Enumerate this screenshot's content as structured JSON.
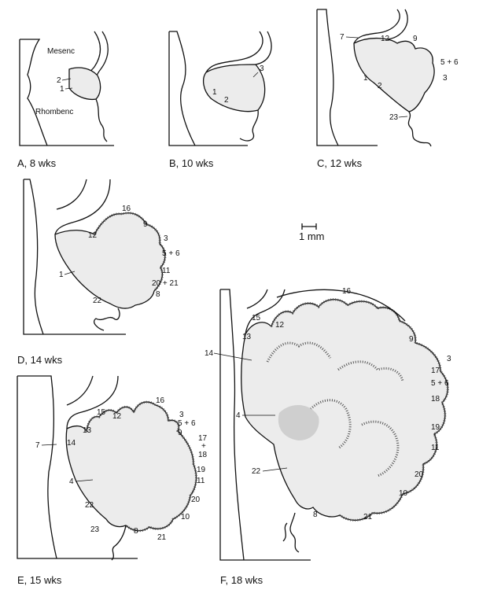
{
  "colors": {
    "ink": "#111111",
    "stipple": "#ececec",
    "background": "#ffffff"
  },
  "panels": {
    "A": {
      "caption": "A, 8 wks",
      "region_top": "Mesenc",
      "region_bottom": "Rhombenc",
      "labels": [
        "2",
        "1"
      ]
    },
    "B": {
      "caption": "B, 10 wks",
      "labels": [
        "3",
        "1",
        "2"
      ]
    },
    "C": {
      "caption": "C, 12 wks",
      "labels": [
        "7",
        "12",
        "9",
        "5 + 6",
        "3",
        "1",
        "2",
        "23"
      ]
    },
    "D": {
      "caption": "D, 14 wks",
      "labels": [
        "16",
        "9",
        "12",
        "3",
        "5 + 6",
        "11",
        "20 + 21",
        "1",
        "22",
        "8"
      ]
    },
    "E": {
      "caption": "E, 15 wks",
      "labels": [
        "16",
        "15",
        "12",
        "3",
        "13",
        "5 + 6",
        "9",
        "7",
        "14",
        "17",
        "+",
        "18",
        "19",
        "4",
        "11",
        "22",
        "20",
        "10",
        "23",
        "8",
        "21"
      ]
    },
    "F": {
      "caption": "F, 18 wks",
      "labels": [
        "16",
        "15",
        "12",
        "9",
        "3",
        "13",
        "17",
        "14",
        "5 + 6",
        "18",
        "4",
        "19",
        "11",
        "22",
        "20",
        "10",
        "8",
        "21"
      ]
    }
  },
  "scale_bar": {
    "label": "1 mm"
  }
}
